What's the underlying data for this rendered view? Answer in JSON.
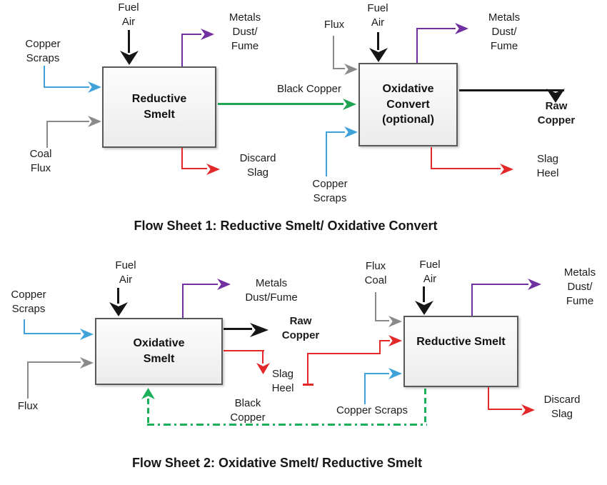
{
  "colors": {
    "blue": "#3FA3DA",
    "gray": "#8A8A8A",
    "purple": "#7030A0",
    "red": "#E3282A",
    "green": "#1FA453",
    "green_dash": "#1CB05A",
    "black": "#161616",
    "box_border": "#595959"
  },
  "sheet1": {
    "caption": "Flow Sheet 1: Reductive Smelt/ Oxidative Convert",
    "boxes": {
      "reductive_smelt": "Reductive\nSmelt",
      "oxidative_convert": "Oxidative\nConvert\n(optional)"
    },
    "streams": {
      "copper_scraps_1": "Copper\nScraps",
      "fuel_air_1": "Fuel\nAir",
      "coal_flux": "Coal\nFlux",
      "metals_dust_fume_1": "Metals\nDust/\nFume",
      "black_copper": "Black Copper",
      "discard_slag": "Discard\nSlag",
      "flux": "Flux",
      "fuel_air_2": "Fuel\nAir",
      "metals_dust_fume_2": "Metals\nDust/\nFume",
      "copper_scraps_2": "Copper\nScraps",
      "raw_copper": "Raw\nCopper",
      "slag_heel": "Slag\nHeel"
    }
  },
  "sheet2": {
    "caption": "Flow Sheet 2: Oxidative Smelt/ Reductive Smelt",
    "boxes": {
      "oxidative_smelt": "Oxidative\nSmelt",
      "reductive_smelt": "Reductive Smelt"
    },
    "streams": {
      "copper_scraps_1": "Copper\nScraps",
      "flux": "Flux",
      "fuel_air_1": "Fuel\nAir",
      "metals_dust_fume_1": "Metals\nDust/Fume",
      "raw_copper": "Raw\nCopper",
      "slag_heel": "Slag\nHeel",
      "black_copper": "Black\nCopper",
      "copper_scraps_2": "Copper Scraps",
      "flux_coal": "Flux\nCoal",
      "fuel_air_2": "Fuel\nAir",
      "metals_dust_fume_2": "Metals\nDust/\nFume",
      "discard_slag": "Discard\nSlag"
    }
  }
}
